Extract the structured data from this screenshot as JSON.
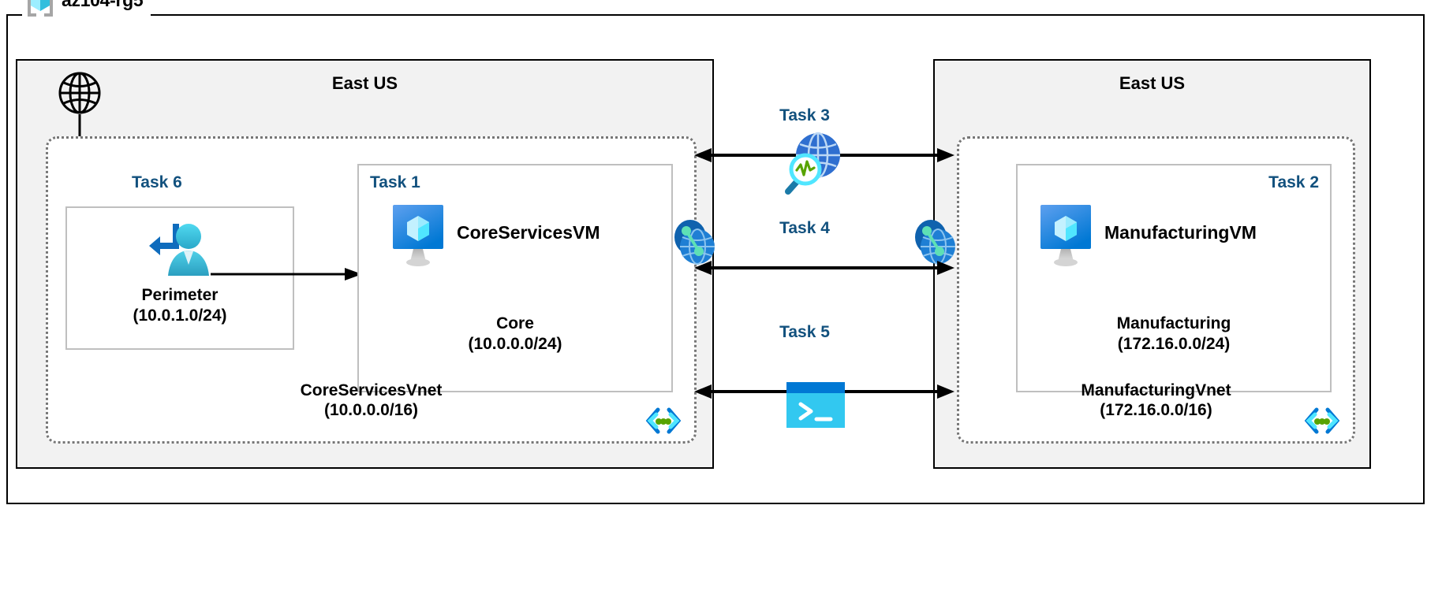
{
  "diagram": {
    "resource_group": {
      "name": "az104-rg5",
      "icon": "resource-group-icon"
    },
    "regions": [
      {
        "id": "left",
        "title": "East US"
      },
      {
        "id": "right",
        "title": "East US"
      }
    ],
    "vnets": [
      {
        "id": "core",
        "name": "CoreServicesVnet",
        "cidr": "(10.0.0.0/16)",
        "icon": "subnet-icon"
      },
      {
        "id": "manufacturing",
        "name": "ManufacturingVnet",
        "cidr": "(172.16.0.0/16)",
        "icon": "subnet-icon"
      }
    ],
    "subnets": [
      {
        "id": "perimeter",
        "task": "Task 6",
        "name": "Perimeter",
        "cidr": "(10.0.1.0/24)",
        "icon": "bastion-user-icon"
      },
      {
        "id": "core",
        "task": "Task 1",
        "name": "Core",
        "cidr": "(10.0.0.0/24)",
        "vm_name": "CoreServicesVM",
        "icon": "virtual-machine-icon"
      },
      {
        "id": "manufacturing",
        "task": "Task 2",
        "name": "Manufacturing",
        "cidr": "(172.16.0.0/24)",
        "vm_name": "ManufacturingVM",
        "icon": "virtual-machine-icon"
      }
    ],
    "connections": [
      {
        "id": "task3",
        "label": "Task 3",
        "icon": "network-watcher-icon"
      },
      {
        "id": "task4",
        "label": "Task 4",
        "icon": "vnet-peering-icon"
      },
      {
        "id": "task5",
        "label": "Task 5",
        "icon": "cloud-shell-icon"
      }
    ],
    "internet": {
      "icon": "internet-globe-icon"
    },
    "peering_endpoints": [
      {
        "id": "core-peering",
        "icon": "vnet-peering-icon"
      },
      {
        "id": "mfg-peering",
        "icon": "vnet-peering-icon"
      }
    ],
    "colors": {
      "task_label": "#12517e",
      "region_fill": "#f2f2f2",
      "frame_stroke": "#000000",
      "vnet_stroke": "#767676",
      "subnet_stroke": "#bfbfbf",
      "azure_blue": "#0078d4",
      "azure_cyan": "#50e6ff",
      "peering_green": "#5ee0b5",
      "subnet_icon_green": "#57a300"
    }
  }
}
